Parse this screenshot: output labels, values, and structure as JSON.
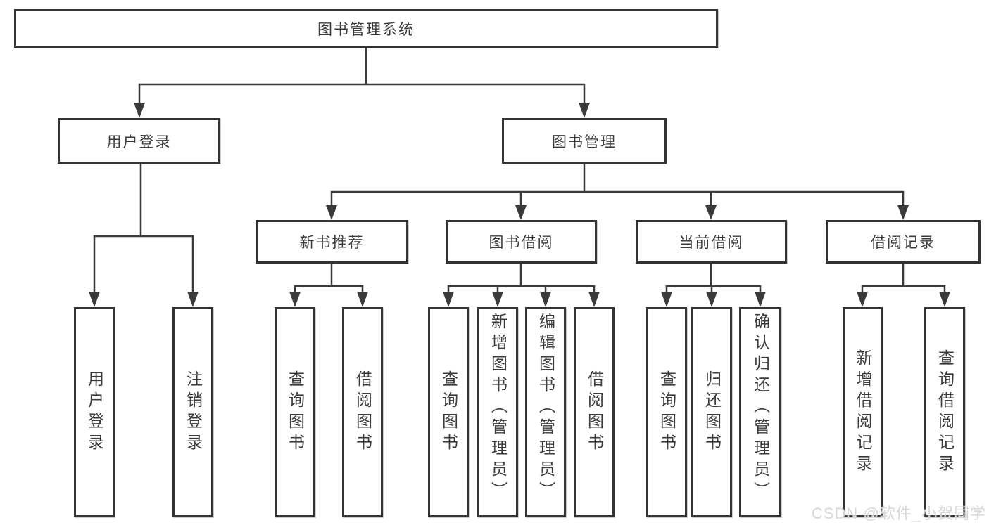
{
  "diagram_title": "图书管理系统",
  "tree": {
    "root": {
      "label": "图书管理系统"
    },
    "branches": [
      {
        "label": "用户登录",
        "children": [
          {
            "label": "用户登录"
          },
          {
            "label": "注销登录"
          }
        ]
      },
      {
        "label": "图书管理",
        "children": [
          {
            "label": "新书推荐",
            "children": [
              {
                "label": "查询图书"
              },
              {
                "label": "借阅图书"
              }
            ]
          },
          {
            "label": "图书借阅",
            "children": [
              {
                "label": "查询图书"
              },
              {
                "label": "新增图书（管理员）"
              },
              {
                "label": "编辑图书（管理员）"
              },
              {
                "label": "借阅图书"
              }
            ]
          },
          {
            "label": "当前借阅",
            "children": [
              {
                "label": "查询图书"
              },
              {
                "label": "归还图书"
              },
              {
                "label": "确认归还（管理员）"
              }
            ]
          },
          {
            "label": "借阅记录",
            "children": [
              {
                "label": "新增借阅记录"
              },
              {
                "label": "查询借阅记录"
              }
            ]
          }
        ]
      }
    ]
  },
  "watermark": {
    "text": "CSDN @软件_小贺同学"
  },
  "colors": {
    "line": "#3a3a3a",
    "box_border": "#333333",
    "text": "#3b3b3b",
    "background": "#ffffff",
    "watermark_text": "#d7d7d7"
  }
}
